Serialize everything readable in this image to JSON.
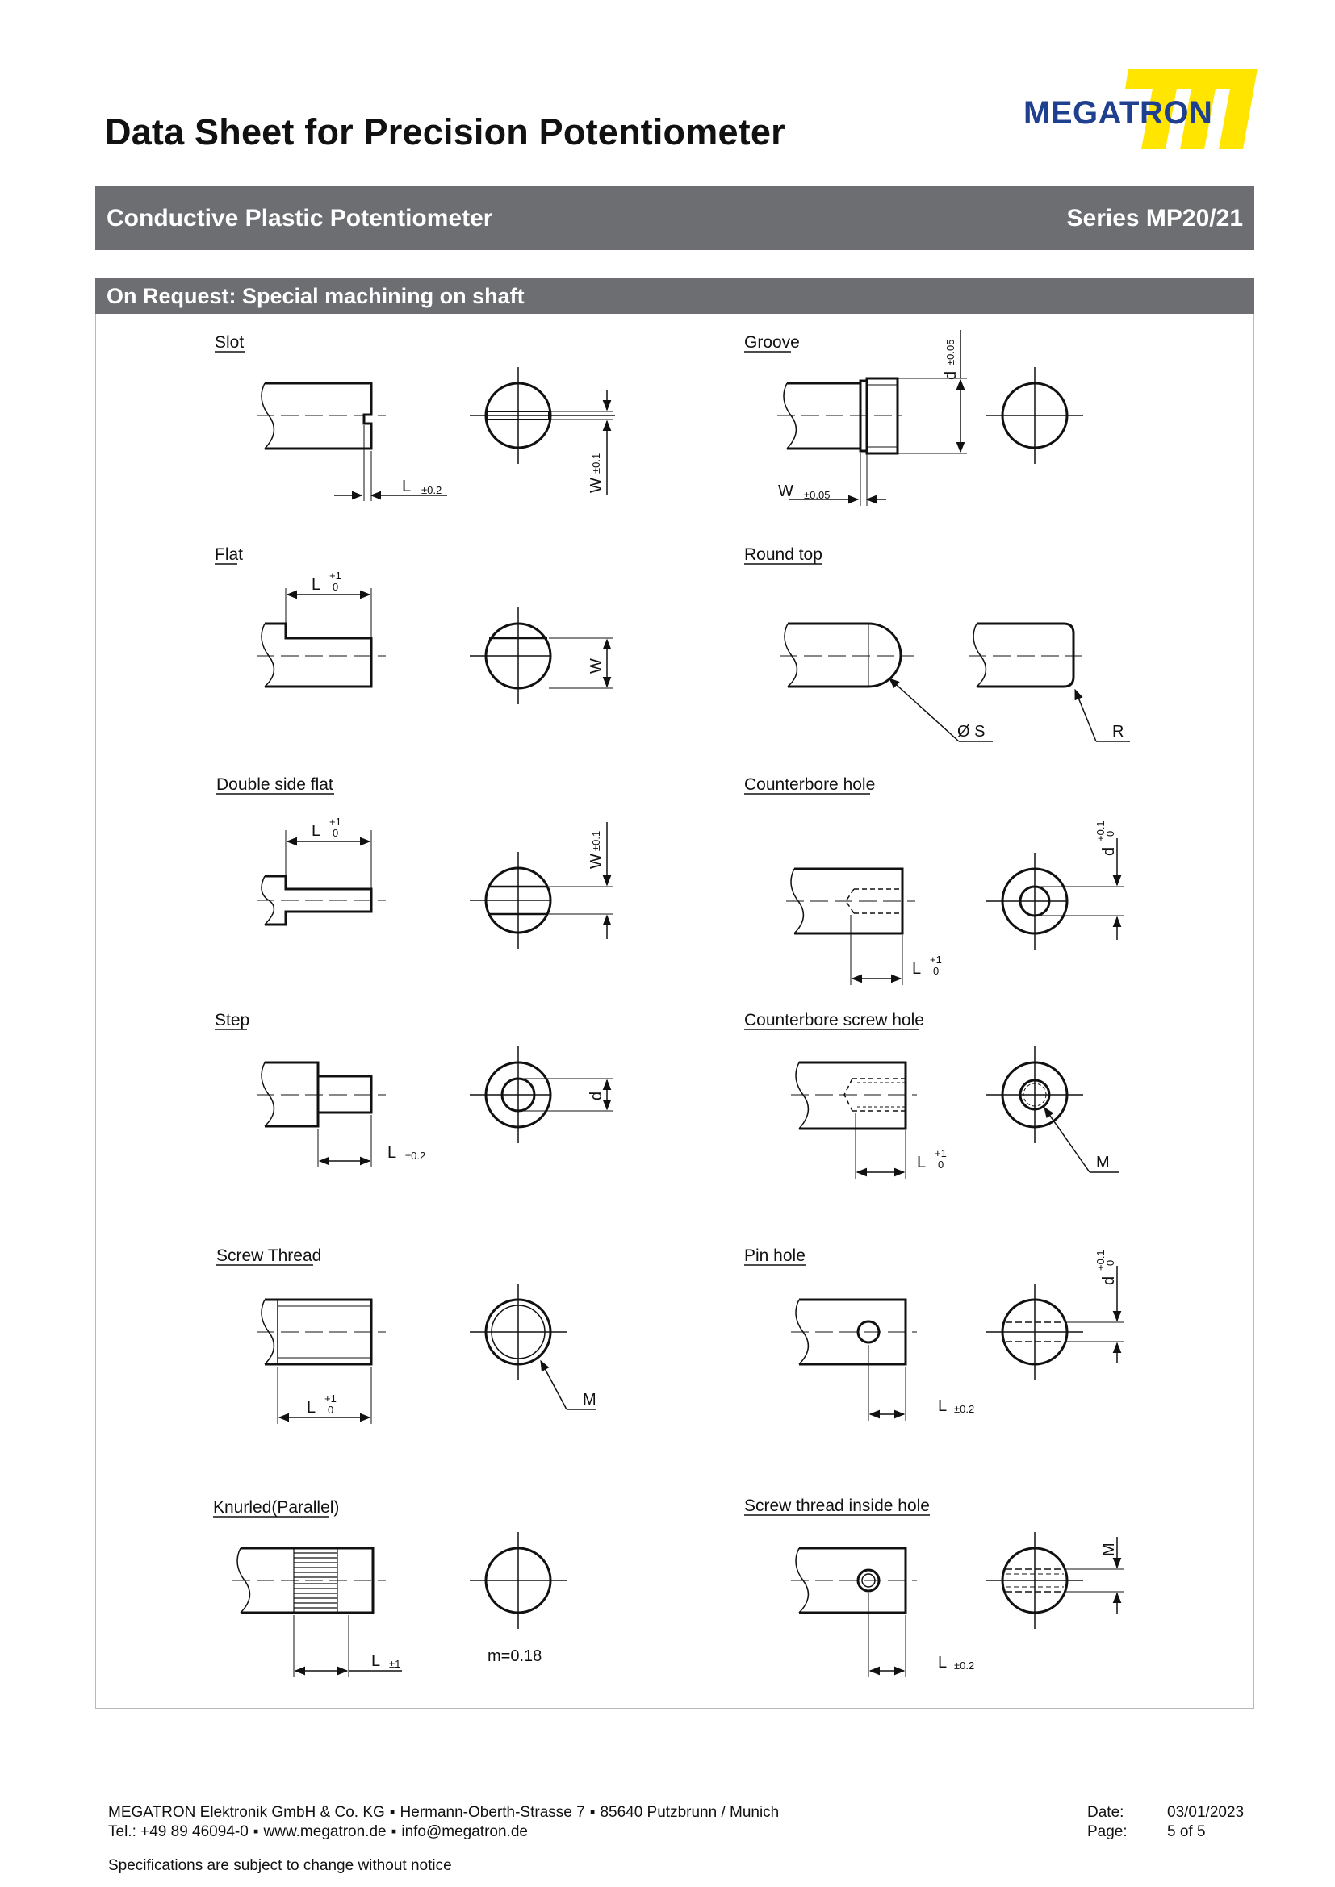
{
  "header": {
    "title": "Data Sheet for Precision Potentiometer",
    "logo_text": "MEGATRON",
    "brand_yellow": "#ffe500",
    "brand_blue": "#1f3f8f"
  },
  "band": {
    "product": "Conductive Plastic Potentiometer",
    "series": "Series MP20/21"
  },
  "section": {
    "title": "On Request: Special machining on shaft",
    "drawings": {
      "slot": {
        "label": "Slot",
        "l": "L",
        "l_tol": "±0.2",
        "w": "W",
        "w_tol": "±0.1"
      },
      "groove": {
        "label": "Groove",
        "d": "d",
        "d_tol": "±0.05",
        "w": "W",
        "w_tol": "±0.05"
      },
      "flat": {
        "label": "Flat",
        "l": "L",
        "l_tol_up": "+1",
        "l_tol_low": "0",
        "w": "W"
      },
      "round_top": {
        "label": "Round top",
        "s": "Ø S",
        "r": "R"
      },
      "double_flat": {
        "label": "Double side flat",
        "l": "L",
        "l_tol_up": "+1",
        "l_tol_low": "0",
        "w": "W",
        "w_tol": "±0.1"
      },
      "counterbore": {
        "label": "Counterbore hole",
        "d": "d",
        "d_tol_up": "+0.1",
        "d_tol_low": "0",
        "l": "L",
        "l_tol_up": "+1",
        "l_tol_low": "0"
      },
      "step": {
        "label": "Step",
        "l": "L",
        "l_tol": "±0.2",
        "d": "d"
      },
      "counterbore_screw": {
        "label": "Counterbore screw hole",
        "l": "L",
        "l_tol_up": "+1",
        "l_tol_low": "0",
        "m": "M"
      },
      "screw_thread": {
        "label": "Screw Thread",
        "l": "L",
        "l_tol_up": "+1",
        "l_tol_low": "0",
        "m": "M"
      },
      "pin_hole": {
        "label": "Pin hole",
        "d": "d",
        "d_tol_up": "+0.1",
        "d_tol_low": "0",
        "l": "L",
        "l_tol": "±0.2"
      },
      "knurled": {
        "label": "Knurled(Parallel)",
        "l": "L",
        "l_tol": "±1",
        "m": "m=0.18"
      },
      "screw_inside": {
        "label": "Screw thread inside hole",
        "m": "M",
        "l": "L",
        "l_tol": "±0.2"
      }
    }
  },
  "footer": {
    "company": "MEGATRON Elektronik GmbH & Co. KG",
    "street": "Hermann-Oberth-Strasse 7",
    "city": "85640 Putzbrunn / Munich",
    "tel": "Tel.: +49 89 46094-0",
    "web": "www.megatron.de",
    "email": "info@megatron.de",
    "notice": "Specifications are subject to change without notice",
    "date_label": "Date:",
    "date_value": "03/01/2023",
    "page_label": "Page:",
    "page_value": "5 of 5"
  }
}
